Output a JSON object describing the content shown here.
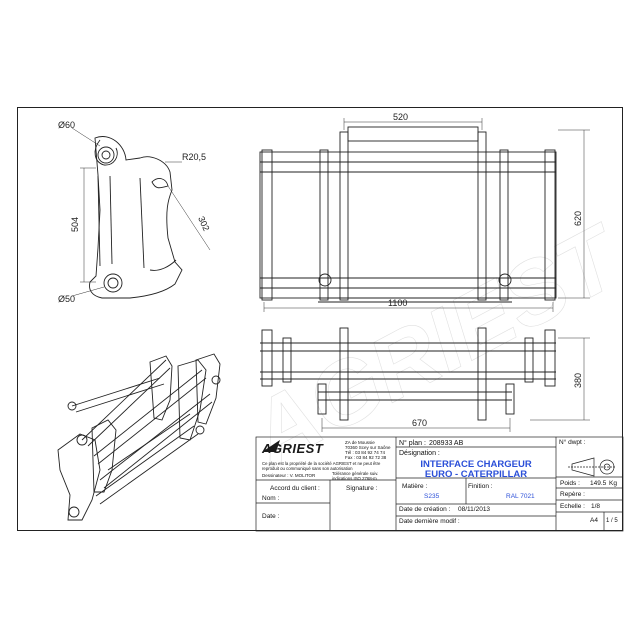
{
  "drawing": {
    "dims": {
      "d60": "Ø60",
      "r205": "R20,5",
      "d504": "504",
      "d302": "302",
      "d50": "Ø50",
      "d520": "520",
      "d620": "620",
      "d1100": "1100",
      "d380": "380",
      "d670": "670"
    },
    "watermark": "AGRIEST"
  },
  "title_block": {
    "logo": "AGRIEST",
    "address": [
      "ZA de Moussie",
      "70360 Scey sur Saône",
      "Tél : 03 84 92 74 74",
      "Fax : 03 84 92 72 38"
    ],
    "notice": [
      "Ce plan est la propriété de la société AGRIEST et ne peut être",
      "reproduit ou communiqué sans son autorisation"
    ],
    "drawer": "Dessinateur : V. MOLITOR",
    "tolerance": [
      "Tolérance générale suiv.",
      "indications ISO 2768-m"
    ],
    "client_agreement": "Accord du client :",
    "signature": "Signature :",
    "name": "Nom :",
    "date": "Date :",
    "plan_no_label": "N° plan :",
    "plan_no": "208933 AB",
    "designation_label": "Désignation :",
    "designation": [
      "INTERFACE CHARGEUR",
      "EURO - CATERPILLAR"
    ],
    "material_label": "Matière :",
    "material": "S235",
    "finish_label": "Finition :",
    "finish": "RAL 7021",
    "created_label": "Date de création :",
    "created": "08/11/2013",
    "modified_label": "Date dernière modif :",
    "draw_no_label": "N° dwpt :",
    "weight_label": "Poids :",
    "weight": "149.5",
    "weight_unit": "Kg",
    "mark_label": "Repère :",
    "scale_label": "Echelle :",
    "scale": "1/8",
    "format": "A4",
    "sheet": "1 / 5"
  }
}
